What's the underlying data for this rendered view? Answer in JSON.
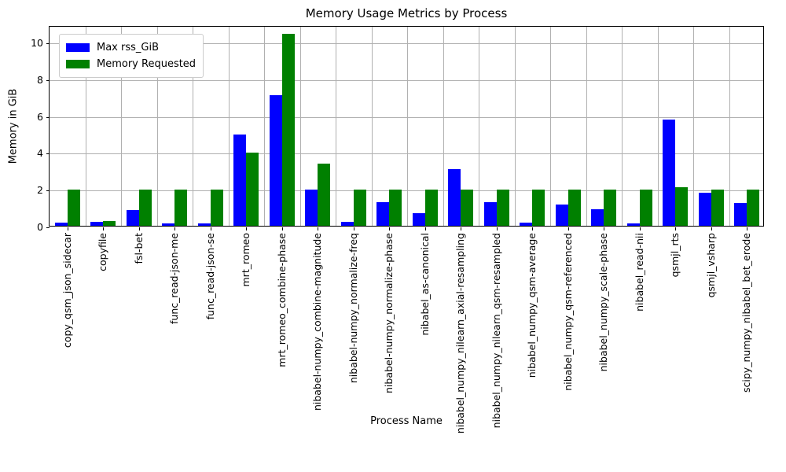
{
  "chart_data": {
    "type": "bar",
    "title": "Memory Usage Metrics by Process",
    "xlabel": "Process Name",
    "ylabel": "Memory in GiB",
    "ylim": [
      0,
      10.9
    ],
    "yticks": [
      0,
      2,
      4,
      6,
      8,
      10
    ],
    "ytick_labels": [
      "0",
      "2",
      "4",
      "6",
      "8",
      "10"
    ],
    "grid": true,
    "legend_position": "upper left",
    "colors": {
      "max_rss": "#0000ff",
      "memory_requested": "#008000",
      "grid": "#b0b0b0",
      "axis": "#000000",
      "background": "#ffffff"
    },
    "categories": [
      "copy_qsm_json_sidecar",
      "copyfile",
      "fsl-bet",
      "func_read-json-me",
      "func_read-json-se",
      "mrt_romeo",
      "mrt_romeo_combine-phase",
      "nibabel-numpy_combine-magnitude",
      "nibabel-numpy_normalize-freq",
      "nibabel-numpy_normalize-phase",
      "nibabel_as-canonical",
      "nibabel_numpy_nilearn_axial-resampling",
      "nibabel_numpy_nilearn_qsm-resampled",
      "nibabel_numpy_qsm-average",
      "nibabel_numpy_qsm-referenced",
      "nibabel_numpy_scale-phase",
      "nibabel_read-nii",
      "qsmjl_rts",
      "qsmjl_vsharp",
      "scipy_numpy_nibabel_bet_erode"
    ],
    "series": [
      {
        "name": "Max rss_GiB",
        "color": "#0000ff",
        "values": [
          0.19,
          0.2,
          0.85,
          0.14,
          0.14,
          4.95,
          7.1,
          1.97,
          0.2,
          1.3,
          0.68,
          3.08,
          1.3,
          0.18,
          1.15,
          0.9,
          0.13,
          5.75,
          1.81,
          1.24
        ]
      },
      {
        "name": "Memory Requested",
        "color": "#008000",
        "values": [
          1.98,
          0.25,
          1.98,
          1.98,
          1.98,
          3.99,
          10.45,
          3.36,
          1.98,
          1.98,
          1.98,
          1.98,
          1.98,
          1.98,
          1.98,
          1.98,
          1.98,
          2.1,
          1.98,
          1.98
        ]
      }
    ]
  },
  "legend": {
    "entries": [
      {
        "label": "Max rss_GiB"
      },
      {
        "label": "Memory Requested"
      }
    ]
  }
}
